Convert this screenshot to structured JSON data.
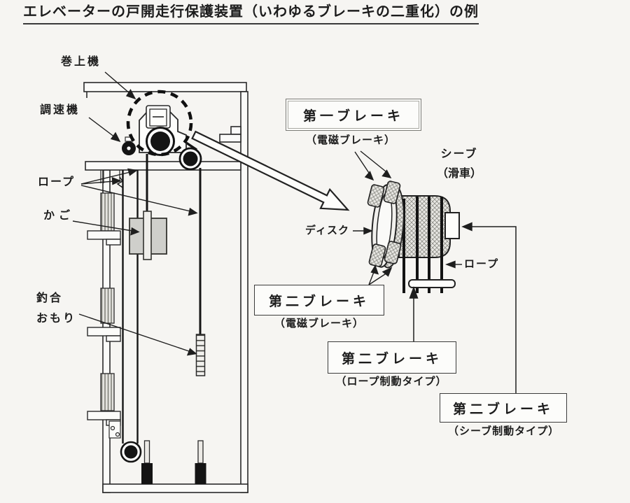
{
  "title": "エレベーターの戸開走行保護装置（いわゆるブレーキの二重化）の例",
  "left_diagram": {
    "hoisting_machine": "巻上機",
    "governor": "調速機",
    "rope": "ロープ",
    "car": "かご",
    "counterweight": [
      "釣合",
      "おもり"
    ]
  },
  "right_diagram": {
    "first_brake": {
      "label": "第一ブレーキ",
      "type": "（電磁ブレーキ）"
    },
    "sheave": {
      "label": "シーブ",
      "sub": "（滑車）"
    },
    "disc_label": "ディスク",
    "rope_label": "ロープ",
    "second_brake_electromagnetic": {
      "label": "第二ブレーキ",
      "type": "（電磁ブレーキ）"
    },
    "second_brake_rope": {
      "label": "第二ブレーキ",
      "type": "（ロープ制動タイプ）"
    },
    "second_brake_sheave": {
      "label": "第二ブレーキ",
      "type": "（シーブ制動タイプ）"
    }
  },
  "colors": {
    "ink": "#222222",
    "paper": "#f6f5f2",
    "car_gray": "#cfcfcb"
  }
}
